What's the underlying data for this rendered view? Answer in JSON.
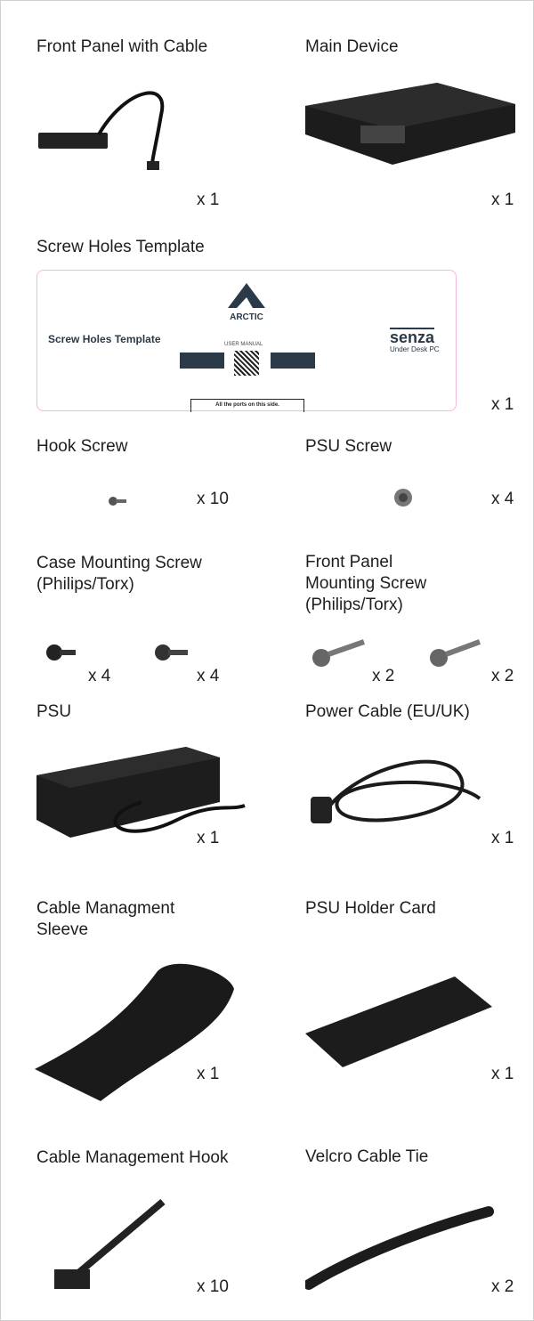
{
  "items": [
    {
      "name": "Front Panel with Cable",
      "qty": [
        "x 1"
      ]
    },
    {
      "name": "Main Device",
      "qty": [
        "x 1"
      ]
    },
    {
      "name": "Screw Holes Template",
      "qty": [
        "x 1"
      ]
    },
    {
      "name": "Hook Screw",
      "qty": [
        "x 10"
      ]
    },
    {
      "name": "PSU Screw",
      "qty": [
        "x 4"
      ]
    },
    {
      "name": "Case Mounting Screw\n(Philips/Torx)",
      "qty": [
        "x 4",
        "x 4"
      ]
    },
    {
      "name": "Front Panel\nMounting Screw\n(Philips/Torx)",
      "qty": [
        "x 2",
        "x 2"
      ]
    },
    {
      "name": "PSU",
      "qty": [
        "x 1"
      ]
    },
    {
      "name": "Power Cable (EU/UK)",
      "qty": [
        "x 1"
      ]
    },
    {
      "name": "Cable Managment\nSleeve",
      "qty": [
        "x 1"
      ]
    },
    {
      "name": "PSU Holder Card",
      "qty": [
        "x 1"
      ]
    },
    {
      "name": "Cable Management Hook",
      "qty": [
        "x 10"
      ]
    },
    {
      "name": "Velcro Cable Tie",
      "qty": [
        "x 2"
      ]
    }
  ],
  "template": {
    "title": "Screw Holes Template",
    "brand": "ARCTIC",
    "user_manual": "USER MANUAL",
    "product": "senza",
    "product_sub": "Under Desk PC",
    "ports_note": "All the ports on this side."
  }
}
